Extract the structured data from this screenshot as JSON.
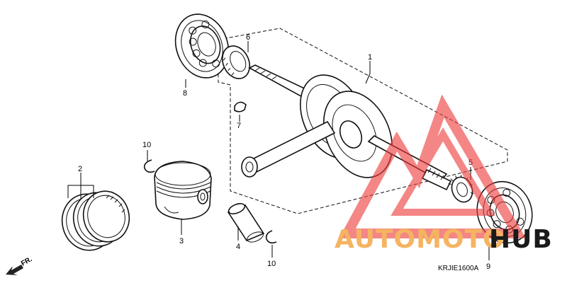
{
  "diagram": {
    "image_code": "KRJIE1600A",
    "direction_label": "FR.",
    "callouts": {
      "c1": "1",
      "c2": "2",
      "c3": "3",
      "c4": "4",
      "c5": "5",
      "c6": "6",
      "c7": "7",
      "c8": "8",
      "c9": "9",
      "c10a": "10",
      "c10b": "10"
    }
  },
  "watermark": {
    "text": "AUTOMOTOHUB",
    "part_auto": "AUTOMOTO",
    "part_hub": "HUB",
    "color_auto": "#f5b461",
    "color_hub": "#1a1a1a",
    "logo_color": "#ee3b3b"
  }
}
